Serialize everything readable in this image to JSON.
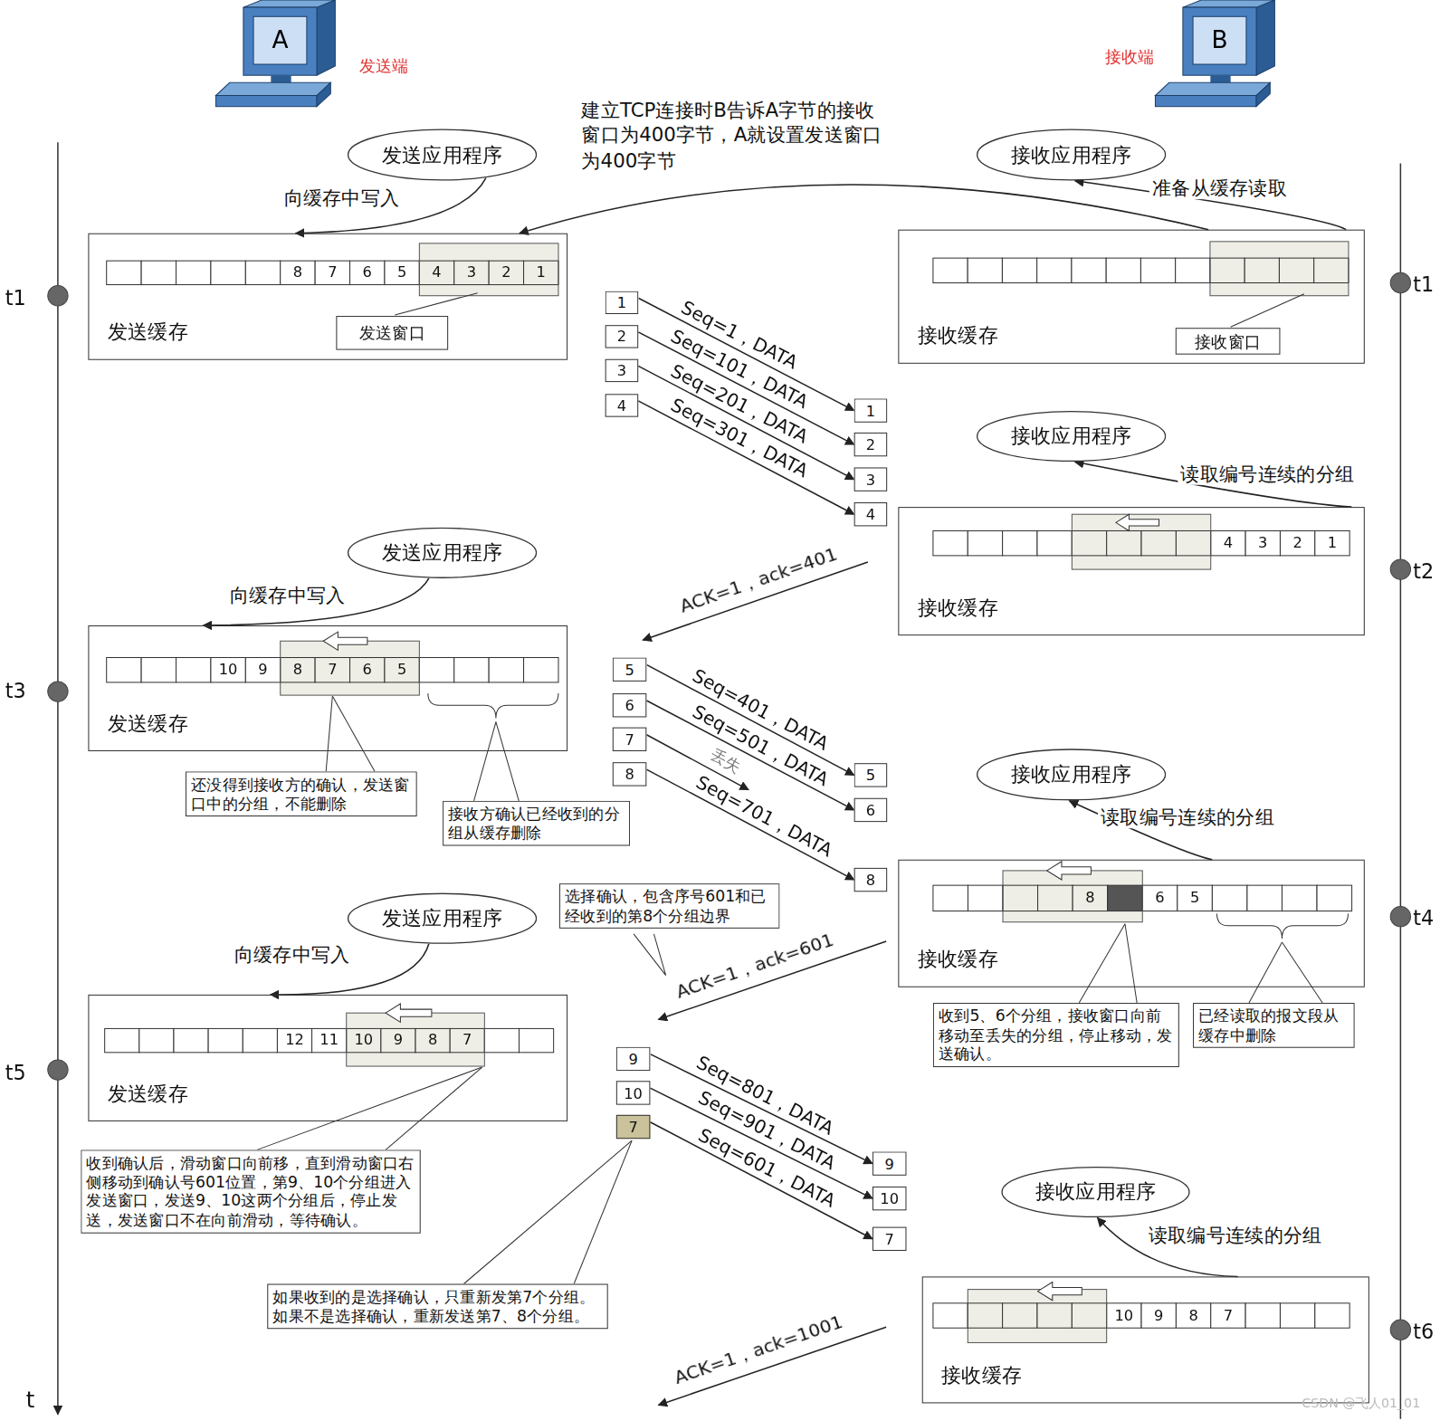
{
  "diagram": {
    "nodes": [
      {
        "text": [
          "发送应用程序"
        ]
      },
      {
        "text": [
          "发送缓存"
        ]
      },
      {
        "text": [
          "发送窗口"
        ],
        "in": 1
      },
      {
        "text": [
          "接收应用程序"
        ]
      },
      {
        "text": [
          "接收缓存"
        ]
      },
      {
        "text": [
          "接收窗口"
        ],
        "in": 4
      },
      {
        "text": [
          "1"
        ]
      },
      {
        "text": [
          "2"
        ]
      },
      {
        "text": [
          "3"
        ]
      },
      {
        "text": [
          "4"
        ]
      },
      {
        "text": [
          "1"
        ]
      },
      {
        "text": [
          "2"
        ]
      },
      {
        "text": [
          "3"
        ]
      },
      {
        "text": [
          "4"
        ]
      },
      {
        "text": [
          "接收应用程序"
        ]
      },
      {
        "text": [
          "接收缓存"
        ]
      },
      {
        "text": [
          "发送应用程序"
        ]
      },
      {
        "text": [
          "发送缓存"
        ]
      },
      {
        "text": [
          "还没得到接收方的确认，发送窗口中的分组，不能删除"
        ]
      },
      {
        "text": [
          "接收方确认已经收到的分组从缓存删除"
        ]
      },
      {
        "text": [
          "5"
        ]
      },
      {
        "text": [
          "6"
        ]
      },
      {
        "text": [
          "7"
        ]
      },
      {
        "text": [
          "8"
        ]
      },
      {
        "text": [
          "5"
        ]
      },
      {
        "text": [
          "6"
        ]
      },
      {
        "text": [
          "8"
        ]
      },
      {
        "text": [
          "接收应用程序"
        ]
      },
      {
        "text": [
          "接收缓存"
        ]
      },
      {
        "text": [
          "收到5、6个分组，接收窗口向前移动至丢失的分组，停止移动，发送确认。"
        ]
      },
      {
        "text": [
          "已经读取的报文段从缓存中删除"
        ]
      },
      {
        "text": [
          "选择确认，包含序号601和已经收到的第8个分组边界"
        ]
      },
      {
        "text": [
          "发送应用程序"
        ]
      },
      {
        "text": [
          "发送缓存"
        ]
      },
      {
        "text": [
          "收到确认后，滑动窗口向前移，直到滑动窗口右侧移动到确认号601位置，第9、10个分组进入发送窗口，发送9、10这两个分组后，停止发送，发送窗口不在向前滑动，等待确认。"
        ]
      },
      {
        "text": [
          "9"
        ]
      },
      {
        "text": [
          "10"
        ]
      },
      {
        "text": [
          "7"
        ]
      },
      {
        "text": [
          "9"
        ]
      },
      {
        "text": [
          "10"
        ]
      },
      {
        "text": [
          "7"
        ]
      },
      {
        "text": [
          "如果收到的是选择确认，只重新发第7个分组。如果不是选择确认，重新发送第7、8个分组。"
        ]
      },
      {
        "text": [
          "接收应用程序"
        ]
      },
      {
        "text": [
          "接收缓存"
        ]
      }
    ],
    "edges": [
      {
        "from": 0,
        "to": 1,
        "arrow": "to",
        "label": "向缓存中写入"
      },
      {
        "from": 4,
        "to": 3,
        "arrow": "to",
        "label": "准备从缓存读取"
      },
      {
        "from": 4,
        "to": 1,
        "arrow": "to",
        "label": "建立TCP连接时B告诉A字节的接收窗口为400字节，A就设置发送窗口为400字节"
      },
      {
        "from": 6,
        "to": 10,
        "arrow": "to",
        "label": "Seq=1，DATA"
      },
      {
        "from": 7,
        "to": 11,
        "arrow": "to",
        "label": "Seq=101，DATA"
      },
      {
        "from": 8,
        "to": 12,
        "arrow": "to",
        "label": "Seq=201，DATA"
      },
      {
        "from": 9,
        "to": 13,
        "arrow": "to",
        "label": "Seq=301，DATA"
      },
      {
        "from": 15,
        "to": 14,
        "arrow": "to",
        "label": "读取编号连续的分组"
      },
      {
        "from": 16,
        "to": 17,
        "arrow": "to",
        "label": "向缓存中写入"
      },
      {
        "from": 20,
        "to": 24,
        "arrow": "to",
        "label": "Seq=401，DATA"
      },
      {
        "from": 21,
        "to": 25,
        "arrow": "to",
        "label": "Seq=501，DATA"
      },
      {
        "from": 23,
        "to": 26,
        "arrow": "to",
        "label": "Seq=701，DATA"
      },
      {
        "from": 28,
        "to": 27,
        "arrow": "to",
        "label": "读取编号连续的分组"
      },
      {
        "from": 32,
        "to": 33,
        "arrow": "to",
        "label": "向缓存中写入"
      },
      {
        "from": 35,
        "to": 38,
        "arrow": "to",
        "label": "Seq=801，DATA"
      },
      {
        "from": 36,
        "to": 39,
        "arrow": "to",
        "label": "Seq=901，DATA"
      },
      {
        "from": 37,
        "to": 40,
        "arrow": "to",
        "label": "Seq=601，DATA"
      },
      {
        "from": 43,
        "to": 42,
        "arrow": "to",
        "label": "读取编号连续的分组"
      }
    ],
    "labels": [
      "A",
      "发送端",
      "B",
      "接收端",
      "t1",
      "t3",
      "t5",
      "t",
      "t1",
      "t2",
      "t4",
      "t6",
      "8",
      "7",
      "6",
      "5",
      "4",
      "3",
      "2",
      "1",
      "4",
      "3",
      "2",
      "1",
      "10",
      "9",
      "8",
      "7",
      "6",
      "5",
      "8",
      "6",
      "5",
      "12",
      "11",
      "10",
      "9",
      "8",
      "7",
      "10",
      "9",
      "8",
      "7",
      "ACK=1，ack=401",
      "丢失",
      "ACK=1，ack=601",
      "ACK=1，ack=1001",
      "CSDN @飞人01_01"
    ]
  }
}
